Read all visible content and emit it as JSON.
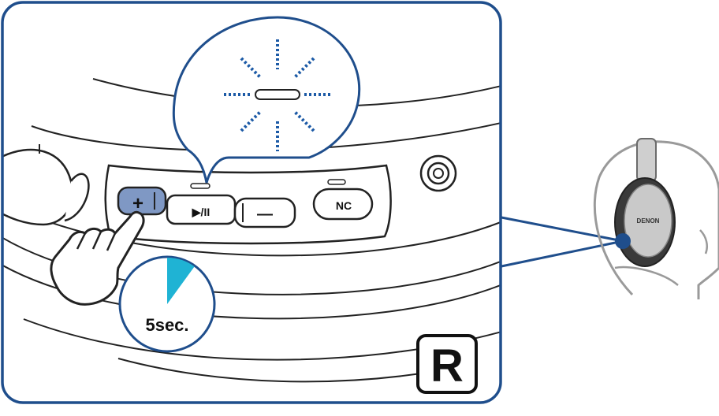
{
  "buttons": {
    "plus": "+",
    "play_pause": "▶/II",
    "minus": "—",
    "nc": "NC"
  },
  "timer": {
    "label": "5sec.",
    "fraction_filled": 0.1
  },
  "side_badge": "R",
  "headphone_brand": "DENON",
  "colors": {
    "frame_blue": "#1f4e8c",
    "led_blue": "#1c5aa6",
    "plus_button_fill": "#7f98c4",
    "timer_wedge": "#1fb3d4",
    "head_outline": "#9a9a9a",
    "earcup_dark": "#3a3a3a",
    "earcup_silver": "#c9c9c9"
  },
  "icons": {
    "finger_press": "hand-pointer-icon",
    "indicator_blink": "led-blink-icon",
    "side_badge": "right-side-badge-icon"
  }
}
